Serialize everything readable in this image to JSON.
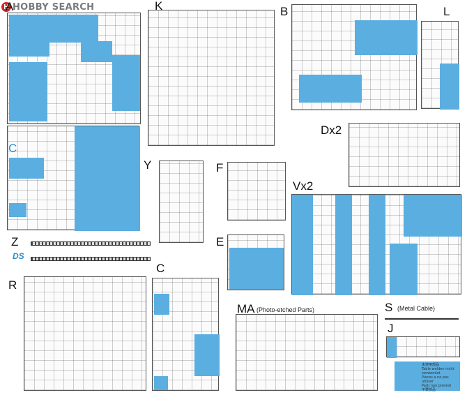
{
  "header": {
    "logo_text": "HOBBY SEARCH"
  },
  "sprue_labels": {
    "A": "A",
    "K": "K",
    "B": "B",
    "L": "L",
    "C_top": "C",
    "Dx2": "Dx2",
    "Y": "Y",
    "F": "F",
    "Vx2": "Vx2",
    "Z": "Z",
    "E": "E",
    "R": "R",
    "C_bottom": "C",
    "MA": "MA",
    "MA_note": "(Photo-etched Parts)",
    "S": "S",
    "S_note": "(Metal Cable)",
    "J": "J"
  },
  "logos": {
    "ds_mark": "DS"
  },
  "legend": {
    "lines": [
      "未使用部品",
      "Table welden nicht verwendet",
      "Pieces a ne pas utiliser",
      "Parti non previsti",
      "不要部品"
    ]
  },
  "colors": {
    "highlight": "#5aaee0",
    "label_blue": "#2a8fd0",
    "logo_red": "#cc2a2a"
  }
}
